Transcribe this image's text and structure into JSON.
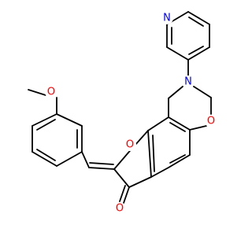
{
  "molecule": {
    "atoms": [
      {
        "id": "O_methoxy",
        "label": "O",
        "color": "#ff0000"
      },
      {
        "id": "O_furan",
        "label": "O",
        "color": "#ff0000"
      },
      {
        "id": "O_oxazine",
        "label": "O",
        "color": "#ff0000"
      },
      {
        "id": "O_carbonyl",
        "label": "O",
        "color": "#ff0000"
      },
      {
        "id": "N_amine",
        "label": "N",
        "color": "#0000ff"
      },
      {
        "id": "N_pyridine",
        "label": "N",
        "color": "#0000ff"
      }
    ]
  },
  "colors": {
    "bond": "#000000",
    "oxygen": "#ff0000",
    "nitrogen": "#0000ff",
    "background": "#ffffff"
  }
}
